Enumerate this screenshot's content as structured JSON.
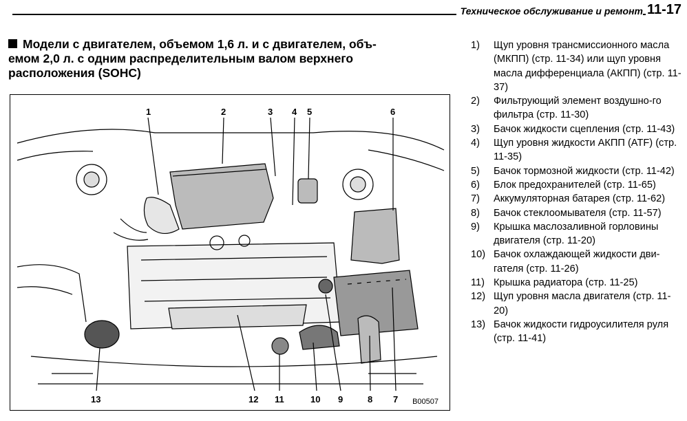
{
  "header": {
    "section_title": "Техническое обслуживание и ремонт",
    "page_number": "11-17"
  },
  "title": "Модели с двигателем, объемом 1,6 л. и с двигателем, объ-\nемом 2,0 л. с одним распределительным валом верхнего\nрасположения (SOHC)",
  "figure": {
    "id": "B00507",
    "callouts": [
      "1",
      "2",
      "3",
      "4",
      "5",
      "6",
      "7",
      "8",
      "9",
      "10",
      "11",
      "12",
      "13"
    ]
  },
  "legend": [
    {
      "num": "1)",
      "text": "Щуп уровня трансмиссионного масла (МКПП) (стр. 11-34) или щуп уровня масла дифференциала (АКПП) (стр. 11-37)"
    },
    {
      "num": "2)",
      "text": "Фильтрующий элемент воздушно-го фильтра (стр. 11-30)"
    },
    {
      "num": "3)",
      "text": "Бачок жидкости сцепления (стр. 11-43)"
    },
    {
      "num": "4)",
      "text": "Щуп уровня жидкости АКПП (ATF) (стр. 11-35)"
    },
    {
      "num": "5)",
      "text": "Бачок тормозной жидкости (стр. 11-42)"
    },
    {
      "num": "6)",
      "text": "Блок предохранителей (стр. 11-65)"
    },
    {
      "num": "7)",
      "text": "Аккумуляторная батарея (стр. 11-62)"
    },
    {
      "num": "8)",
      "text": "Бачок стеклоомывателя (стр. 11-57)"
    },
    {
      "num": "9)",
      "text": "Крышка маслозаливной горловины двигателя (стр. 11-20)"
    },
    {
      "num": "10)",
      "text": "Бачок охлаждающей жидкости дви-гателя (стр. 11-26)"
    },
    {
      "num": "11)",
      "text": "Крышка радиатора (стр. 11-25)"
    },
    {
      "num": "12)",
      "text": "Щуп уровня масла двигателя (стр. 11-20)"
    },
    {
      "num": "13)",
      "text": "Бачок жидкости гидроусилителя руля (стр. 11-41)"
    }
  ]
}
